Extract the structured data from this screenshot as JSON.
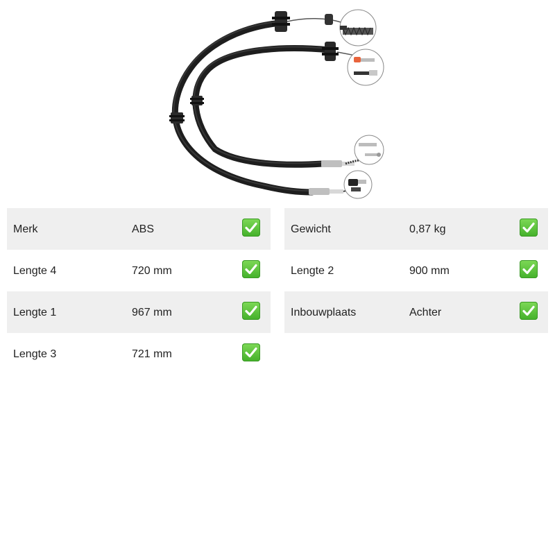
{
  "specs_left": [
    {
      "label": "Merk",
      "value": "ABS",
      "icon": "check-icon"
    },
    {
      "label": "Lengte 4",
      "value": "720 mm",
      "icon": "check-icon"
    },
    {
      "label": "Lengte 1",
      "value": "967 mm",
      "icon": "check-icon"
    },
    {
      "label": "Lengte 3",
      "value": "721 mm",
      "icon": "check-icon"
    }
  ],
  "specs_right": [
    {
      "label": "Gewicht",
      "value": "0,87 kg",
      "icon": "check-icon"
    },
    {
      "label": "Lengte 2",
      "value": "900 mm",
      "icon": "check-icon"
    },
    {
      "label": "Inbouwplaats",
      "value": "Achter",
      "icon": "check-icon"
    }
  ],
  "colors": {
    "row_shade": "#efefef",
    "check_green": "#43b02a",
    "cable": "#1e1e1e",
    "connector_orange": "#e8643c"
  }
}
